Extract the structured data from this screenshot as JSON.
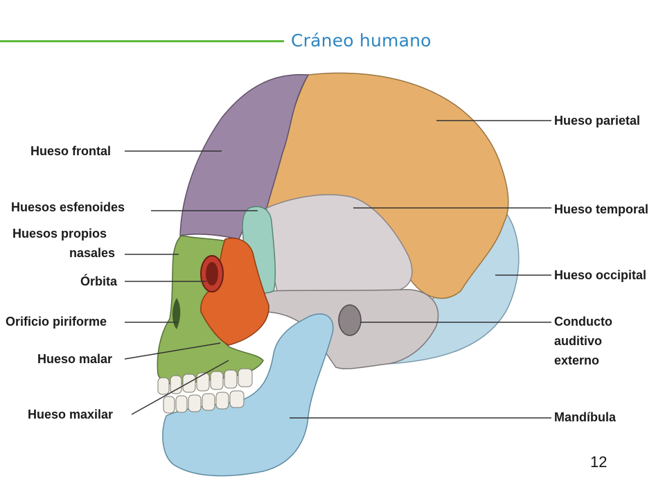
{
  "title": "Cráneo humano",
  "page_number": "12",
  "labels_left": {
    "frontal": "Hueso frontal",
    "esfenoides": "Huesos esfenoides",
    "nasales_line1": "Huesos propios",
    "nasales_line2": "nasales",
    "orbita": "Órbita",
    "piriforme": "Orificio piriforme",
    "malar": "Hueso malar",
    "maxilar": "Hueso maxilar"
  },
  "labels_right": {
    "parietal": "Hueso parietal",
    "temporal": "Hueso temporal",
    "occipital": "Hueso occipital",
    "conducto_line1": "Conducto",
    "conducto_line2": "auditivo",
    "conducto_line3": "externo",
    "mandibula": "Mandíbula"
  },
  "colors": {
    "frontal": "#9c86a6",
    "parietal": "#e6b06c",
    "temporal": "#d8d2d4",
    "occipital": "#bcd9e8",
    "esfenoides": "#9ccfbf",
    "malar": "#e0652a",
    "maxilar": "#8fb45a",
    "mandibula": "#a9d2e6",
    "title": "#2e86c1",
    "rule": "#5cb83c"
  }
}
